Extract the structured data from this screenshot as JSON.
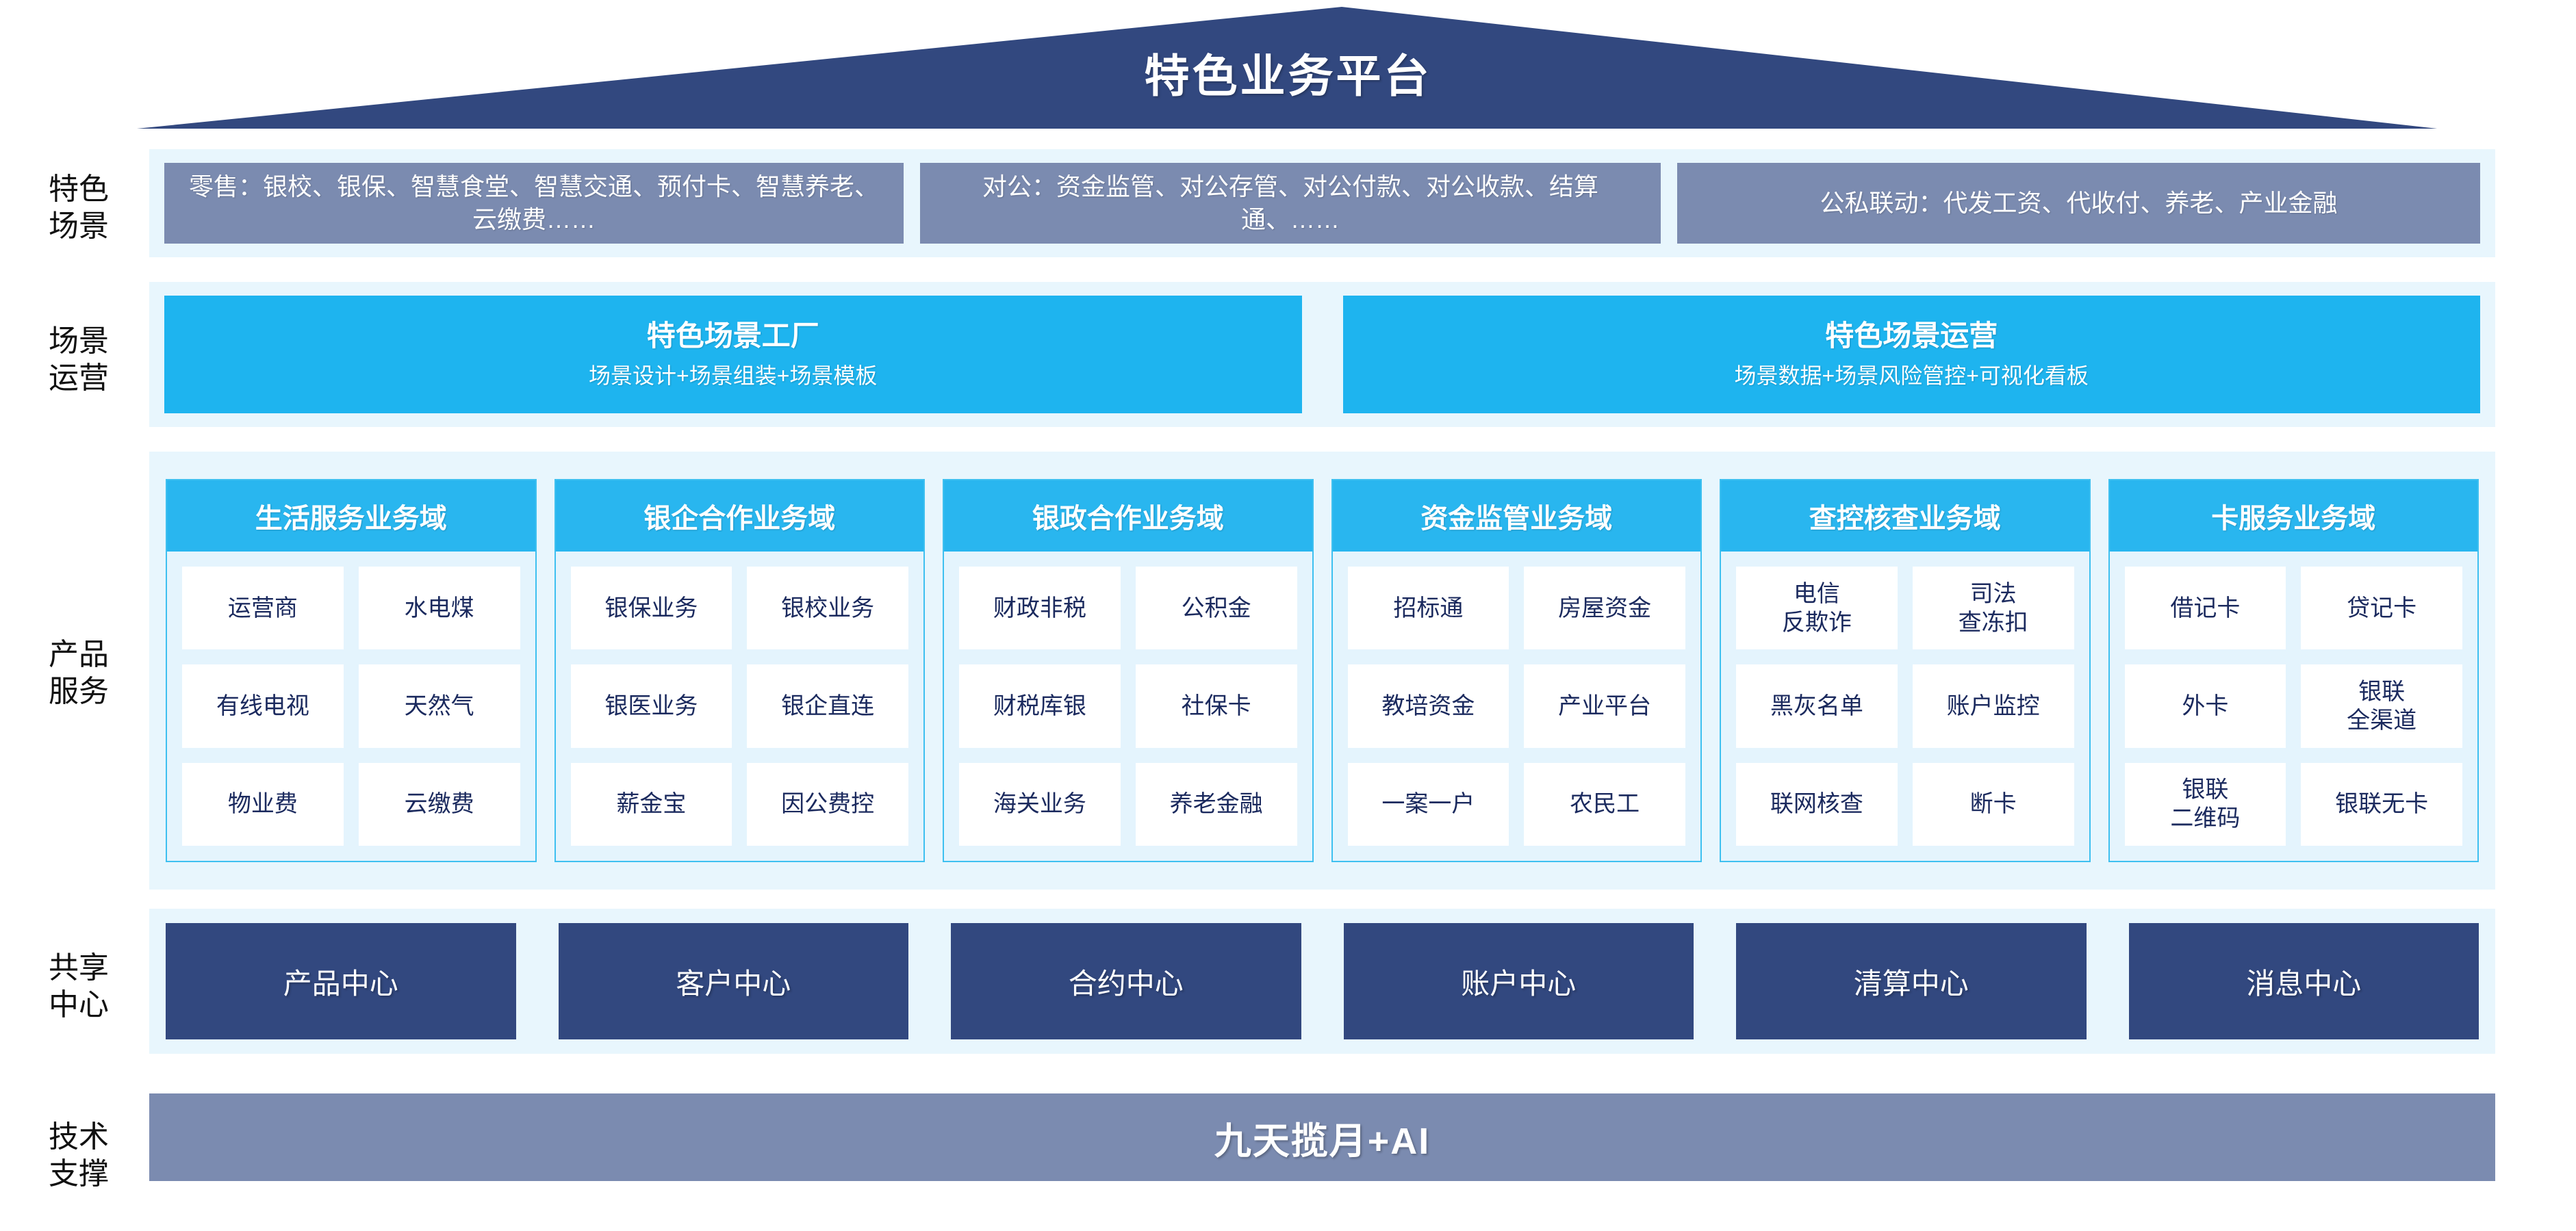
{
  "roof": {
    "title": "特色业务平台"
  },
  "rows": {
    "scenario_label": "特色\n场景",
    "operation_label": "场景\n运营",
    "product_label": "产品\n服务",
    "shared_label": "共享\n中心",
    "tech_label": "技术\n支撑"
  },
  "scenarios": [
    {
      "text": "零售：银校、银保、智慧食堂、智慧交通、预付卡、智慧养老、云缴费……"
    },
    {
      "text": "对公：资金监管、对公存管、对公付款、对公收款、结算通、……"
    },
    {
      "text": "公私联动：代发工资、代收付、养老、产业金融"
    }
  ],
  "scene_operations": [
    {
      "title": "特色场景工厂",
      "subtitle": "场景设计+场景组装+场景模板"
    },
    {
      "title": "特色场景运营",
      "subtitle": "场景数据+场景风险管控+可视化看板"
    }
  ],
  "domains": [
    {
      "title": "生活服务业务域",
      "items": [
        "运营商",
        "水电煤",
        "有线电视",
        "天然气",
        "物业费",
        "云缴费"
      ]
    },
    {
      "title": "银企合作业务域",
      "items": [
        "银保业务",
        "银校业务",
        "银医业务",
        "银企直连",
        "薪金宝",
        "因公费控"
      ]
    },
    {
      "title": "银政合作业务域",
      "items": [
        "财政非税",
        "公积金",
        "财税库银",
        "社保卡",
        "海关业务",
        "养老金融"
      ]
    },
    {
      "title": "资金监管业务域",
      "items": [
        "招标通",
        "房屋资金",
        "教培资金",
        "产业平台",
        "一案一户",
        "农民工"
      ]
    },
    {
      "title": "查控核查业务域",
      "items": [
        "电信\n反欺诈",
        "司法\n查冻扣",
        "黑灰名单",
        "账户监控",
        "联网核查",
        "断卡"
      ]
    },
    {
      "title": "卡服务业务域",
      "items": [
        "借记卡",
        "贷记卡",
        "外卡",
        "银联\n全渠道",
        "银联\n二维码",
        "银联无卡"
      ]
    }
  ],
  "shared_centers": [
    {
      "label": "产品中心"
    },
    {
      "label": "客户中心"
    },
    {
      "label": "合约中心"
    },
    {
      "label": "账户中心"
    },
    {
      "label": "清算中心"
    },
    {
      "label": "消息中心"
    }
  ],
  "tech_support": {
    "label": "九天揽月+AI"
  },
  "colors": {
    "roof_navy": "#32487f",
    "scenario_slate": "#7b8bb0",
    "cyan": "#1eb4ef",
    "domain_header": "#29b6ef",
    "band_bg": "#e8f6fd",
    "card_bg": "#e4f4fd",
    "card_border": "#3ec0f0",
    "item_text": "#1b2a5e",
    "center_navy": "#32487f",
    "tech_slate": "#7b8bb0"
  }
}
